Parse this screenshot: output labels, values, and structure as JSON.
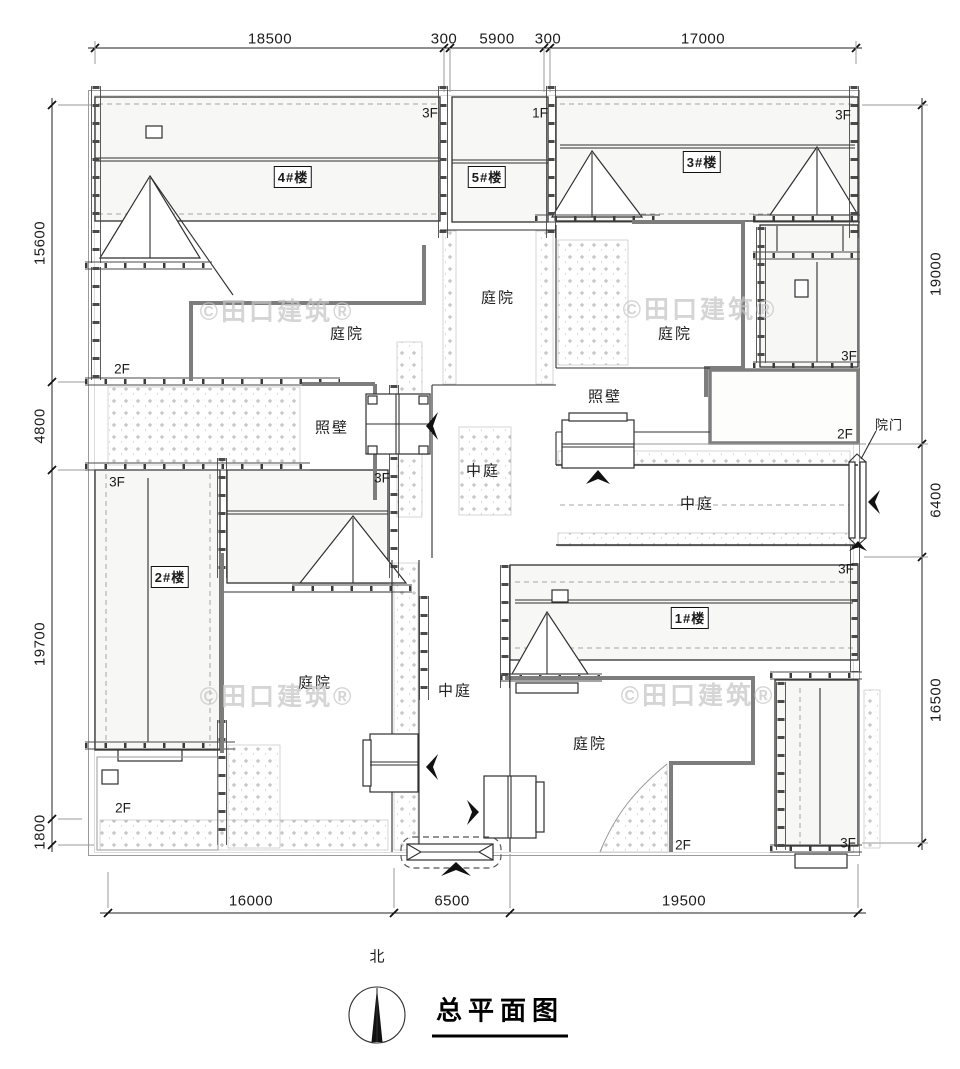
{
  "meta": {
    "drawing_type": "architectural site plan"
  },
  "title": {
    "text": "总平面图"
  },
  "compass": {
    "north_label": "北"
  },
  "watermark": {
    "text": "©田口建筑®"
  },
  "dimensions": {
    "top": [
      "18500",
      "300",
      "5900",
      "300",
      "17000"
    ],
    "bottom": [
      "16000",
      "6500",
      "19500"
    ],
    "left": [
      "15600",
      "4800",
      "19700",
      "1800"
    ],
    "right": [
      "19000",
      "6400",
      "16500"
    ]
  },
  "buildings": [
    {
      "label": "1#楼"
    },
    {
      "label": "2#楼"
    },
    {
      "label": "3#楼"
    },
    {
      "label": "4#楼"
    },
    {
      "label": "5#楼"
    }
  ],
  "floor_markers": [
    "3F",
    "1F",
    "3F",
    "2F",
    "3F",
    "3F",
    "3F",
    "2F",
    "3F",
    "2F",
    "2F",
    "3F"
  ],
  "area_labels": {
    "courtyard": "庭院",
    "atrium": "中庭",
    "screen_wall": "照壁",
    "gate": "院门"
  },
  "colors": {
    "line": "#2f2f2f",
    "thick_wall": "#7d7d7d",
    "building_fill": "#f7f7f5",
    "stipple": "#b5b5b5",
    "watermark": "#c6c6c6"
  }
}
